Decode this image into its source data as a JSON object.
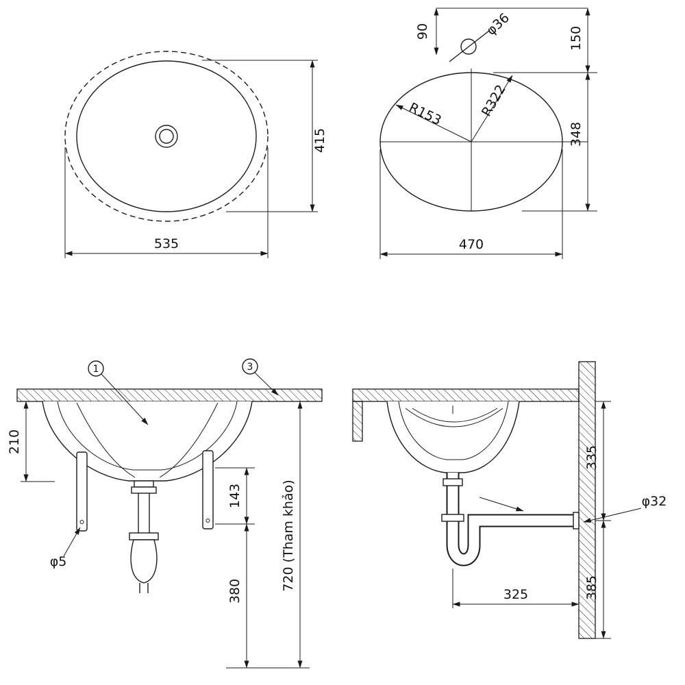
{
  "colors": {
    "line": "#1a1a1a",
    "background": "#ffffff"
  },
  "drawing": {
    "plan": {
      "dim_width": "535",
      "dim_height": "415"
    },
    "bowl": {
      "dim_width": "470",
      "dim_height": "348",
      "dim_top": "150",
      "dim_hole_offset": "90",
      "label_hole": "φ36",
      "label_radius_inner": "R153",
      "label_radius_outer": "R322"
    },
    "front": {
      "dim_depth": "210",
      "dim_bracket": "143",
      "dim_drain": "380",
      "dim_total": "720 (Tham khảo)",
      "label_bracket_hole": "φ5",
      "callout_1": "1",
      "callout_3": "3"
    },
    "side": {
      "dim_upper": "335",
      "dim_lower": "385",
      "dim_trap": "325",
      "label_pipe": "φ32"
    }
  }
}
